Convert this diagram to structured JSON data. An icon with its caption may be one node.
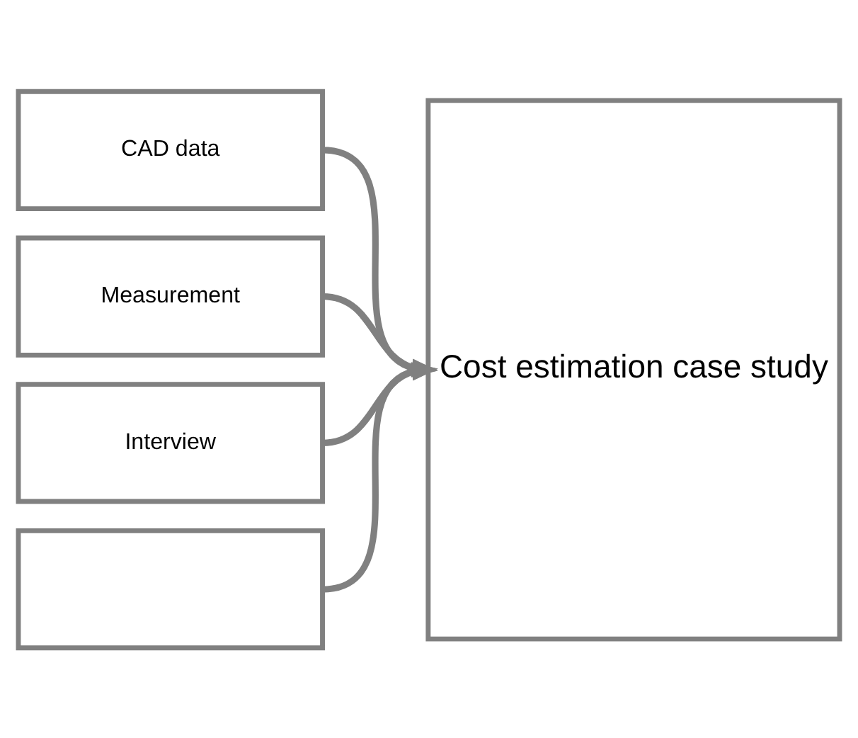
{
  "diagram": {
    "nodes": [
      {
        "text": [
          "CAD data"
        ]
      },
      {
        "text": [
          "Measurement"
        ]
      },
      {
        "text": [
          "Interview"
        ]
      },
      {
        "text": [],
        "shape": "box"
      },
      {
        "text": [
          "Cost estimation case study"
        ]
      }
    ],
    "edges": [
      {
        "from": 0,
        "to": 4,
        "arrow": "to"
      },
      {
        "from": 1,
        "to": 4,
        "arrow": "to"
      },
      {
        "from": 2,
        "to": 4,
        "arrow": "to"
      },
      {
        "from": 3,
        "to": 4,
        "arrow": "to"
      }
    ]
  }
}
